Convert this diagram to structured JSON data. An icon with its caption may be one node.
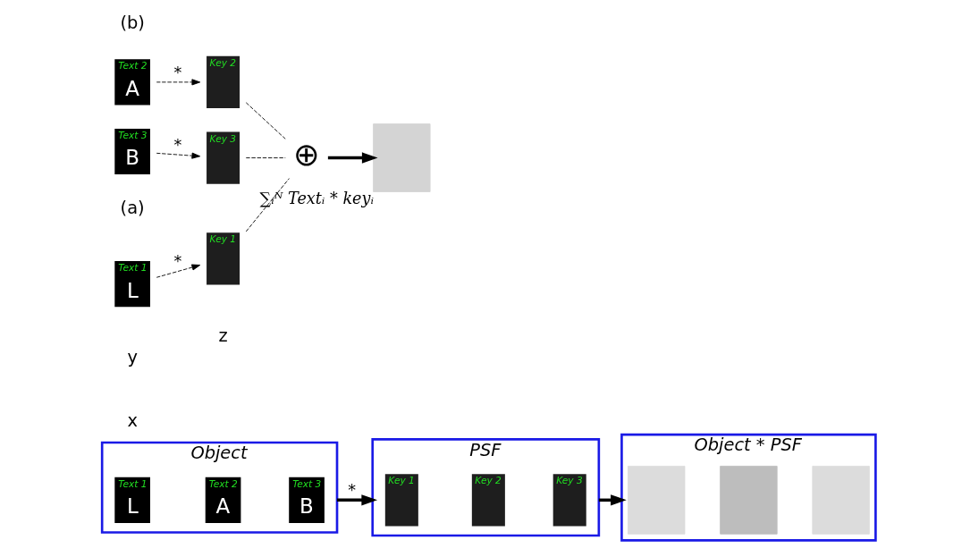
{
  "diagram": {
    "nodes": [
      {
        "text": [
          "Text 1",
          "L"
        ]
      },
      {
        "text": [
          "Text 2",
          "A"
        ]
      },
      {
        "text": [
          "Text 3",
          "B"
        ]
      },
      {
        "text": [
          "Key 1"
        ]
      },
      {
        "text": [
          "Key 2"
        ]
      },
      {
        "text": [
          "Key 3"
        ]
      },
      {
        "text": [
          "⊕"
        ]
      },
      {
        "text": [],
        "shape": "box",
        "beside": [
          "∑ᵢᴺ Textᵢ * keyᵢ"
        ]
      },
      {
        "text": [
          "Object"
        ]
      },
      {
        "text": [
          "Text 1",
          "L"
        ],
        "in": 8
      },
      {
        "text": [
          "Text 2",
          "A"
        ],
        "in": 8
      },
      {
        "text": [
          "Text 3",
          "B"
        ],
        "in": 8
      },
      {
        "text": [
          "PSF"
        ]
      },
      {
        "text": [
          "Key 1"
        ],
        "in": 12
      },
      {
        "text": [
          "Key 2"
        ],
        "in": 12
      },
      {
        "text": [
          "Key 3"
        ],
        "in": 12
      },
      {
        "text": [
          "Object * PSF"
        ]
      },
      {
        "text": [],
        "shape": "box",
        "in": 16
      },
      {
        "text": [],
        "shape": "box",
        "in": 16
      },
      {
        "text": [],
        "shape": "box",
        "in": 16
      }
    ],
    "edges": [
      {
        "from": 1,
        "to": 4,
        "arrow": "to",
        "label": "*",
        "style": "dashed"
      },
      {
        "from": 0,
        "to": 3,
        "arrow": "to",
        "label": "*",
        "style": "dashed"
      },
      {
        "from": 2,
        "to": 5,
        "arrow": "to",
        "label": "*",
        "style": "dashed"
      },
      {
        "from": 4,
        "to": 6,
        "arrow": "none",
        "style": "dashed"
      },
      {
        "from": 3,
        "to": 6,
        "arrow": "none",
        "style": "dashed"
      },
      {
        "from": 5,
        "to": 6,
        "arrow": "none",
        "style": "dashed"
      },
      {
        "from": 6,
        "to": 7,
        "arrow": "to",
        "style": "thick"
      },
      {
        "from": 8,
        "to": 12,
        "arrow": "to",
        "label": "*",
        "style": "thick"
      },
      {
        "from": 12,
        "to": 16,
        "arrow": "to",
        "style": "thick"
      }
    ],
    "labels": [
      "(a)",
      "y",
      "z",
      "x",
      "(b)"
    ]
  }
}
